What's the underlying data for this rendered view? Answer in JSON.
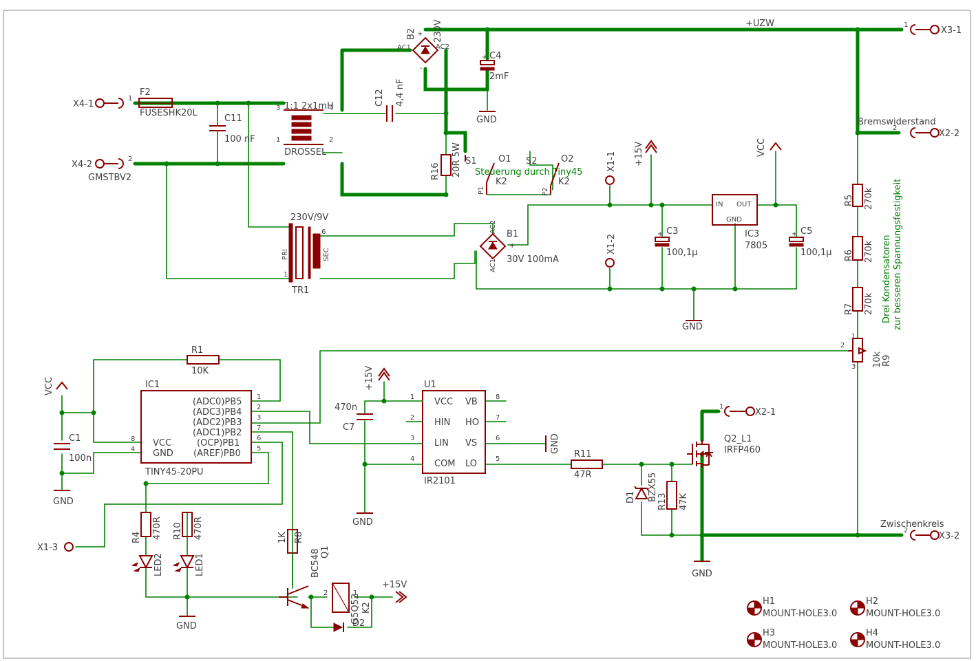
{
  "diagram": {
    "nets": {
      "uzw": "+UZW",
      "bremswiderstand": "Bremswiderstand",
      "zwischenkreis": "Zwischenkreis",
      "gnd": "GND",
      "p15v": "+15V",
      "vcc": "VCC"
    },
    "connectors": {
      "x4_1": "X4-1",
      "x4_2": "X4-2",
      "x4_2b": "GMSTBV2",
      "x3_1": "X3-1",
      "x3_2": "X3-2",
      "x2_2": "X2-2",
      "x2_1": "X2-1",
      "x1_1": "X1-1",
      "x1_2": "X1-2",
      "x1_3": "X1-3"
    },
    "components": {
      "f2": "F2",
      "f2_val": "FUSESHK20L",
      "c11": "C11",
      "c11_val": "100 nF",
      "l1": "1:1 2x1mH",
      "l1_val": "DROSSEL",
      "c12": "C12",
      "c12_val": "4,4 nF",
      "b2": "B2",
      "b2_val": "230V",
      "c4": "C4",
      "c4_val": "2mF",
      "r16": "R16",
      "r16_val": "20R 5W",
      "k2_s1": "S1",
      "k2_o1": "O1",
      "k2_p1": "P1",
      "k2_s2": "S2",
      "k2_o2": "O2",
      "k2_p2": "P2",
      "k2": "K2",
      "tr1": "TR1",
      "tr1_val": "230V/9V",
      "tr1_pri": "PRI",
      "tr1_sec": "SEC",
      "b1": "B1",
      "b1_val": "30V 100mA",
      "c3": "C3",
      "c3_val": "100,1µ",
      "ic3": "IC3",
      "ic3_val": "7805",
      "ic3_in": "IN",
      "ic3_out": "OUT",
      "ic3_gnd": "GND",
      "c5": "C5",
      "c5_val": "100,1µ",
      "r5": "R5",
      "r5_val": "270k",
      "r6": "R6",
      "r6_val": "270k",
      "r7": "R7",
      "r7_val": "270k",
      "r9": "R9",
      "r9_val": "10k",
      "r1": "R1",
      "r1_val": "10K",
      "ic1": "IC1",
      "ic1_val": "TINY45-20PU",
      "c1": "C1",
      "c1_val": "100n",
      "c7": "C7",
      "c7_val": "470n",
      "u1": "U1",
      "u1_val": "IR2101",
      "r11": "R11",
      "r11_val": "47R",
      "d1": "D1",
      "d1_val": "BZX55",
      "r13": "R13",
      "r13_val": "47K",
      "q2": "Q2_L1",
      "q2_val": "IRFP460",
      "r4": "R4",
      "r4_val": "470R",
      "r10": "R10",
      "r10_val": "470R",
      "led2": "LED2",
      "led1": "LED1",
      "r8": "R8",
      "r8_val": "1K",
      "q1": "Q1",
      "q1_val": "BC548",
      "k2_coil": "K2",
      "k2_coil_val": "G5Q52",
      "d2": "D2",
      "h1": "H1",
      "h2": "H2",
      "h3": "H3",
      "h4": "H4",
      "hole_val": "MOUNT-HOLE3.0"
    },
    "ic1_pins": {
      "vcc": "VCC",
      "gnd": "GND",
      "pb5": "(ADC0)PB5",
      "pb4": "(ADC3)PB4",
      "pb3": "(ADC2)PB3",
      "pb2": "(ADC1)PB2",
      "pb1": "(OCP)PB1",
      "pb0": "(AREF)PB0"
    },
    "u1_pins": {
      "vcc": "VCC",
      "hin": "HIN",
      "lin": "LIN",
      "com": "COM",
      "vb": "VB",
      "ho": "HO",
      "vs": "VS",
      "lo": "LO"
    },
    "notes": {
      "relay_control": "Steuerung durch Tiny45",
      "divider_1": "Drei Kondensatoren",
      "divider_2": "zur besseren Spannungsfestigkeit"
    },
    "colors": {
      "wire": "#008000",
      "part": "#8b0000",
      "text": "#404040"
    }
  }
}
